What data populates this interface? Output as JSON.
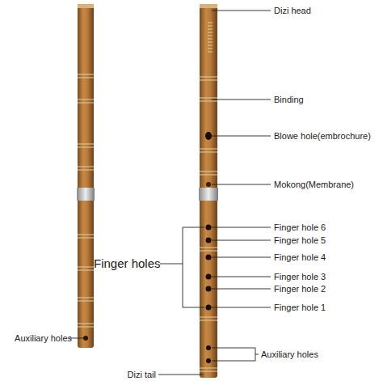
{
  "diagram": {
    "labels": [
      "Dizi head",
      "Binding",
      "Blowe hole(embrochure)",
      "Mokong(Membrane)",
      "Finger hole 6",
      "Finger hole 5",
      "Finger holes",
      "Finger hole 4",
      "Finger hole 3",
      "Finger hole 2",
      "Finger hole 1",
      "Auxiliary holes",
      "Auxiliary holes",
      "Dizi tail"
    ]
  }
}
